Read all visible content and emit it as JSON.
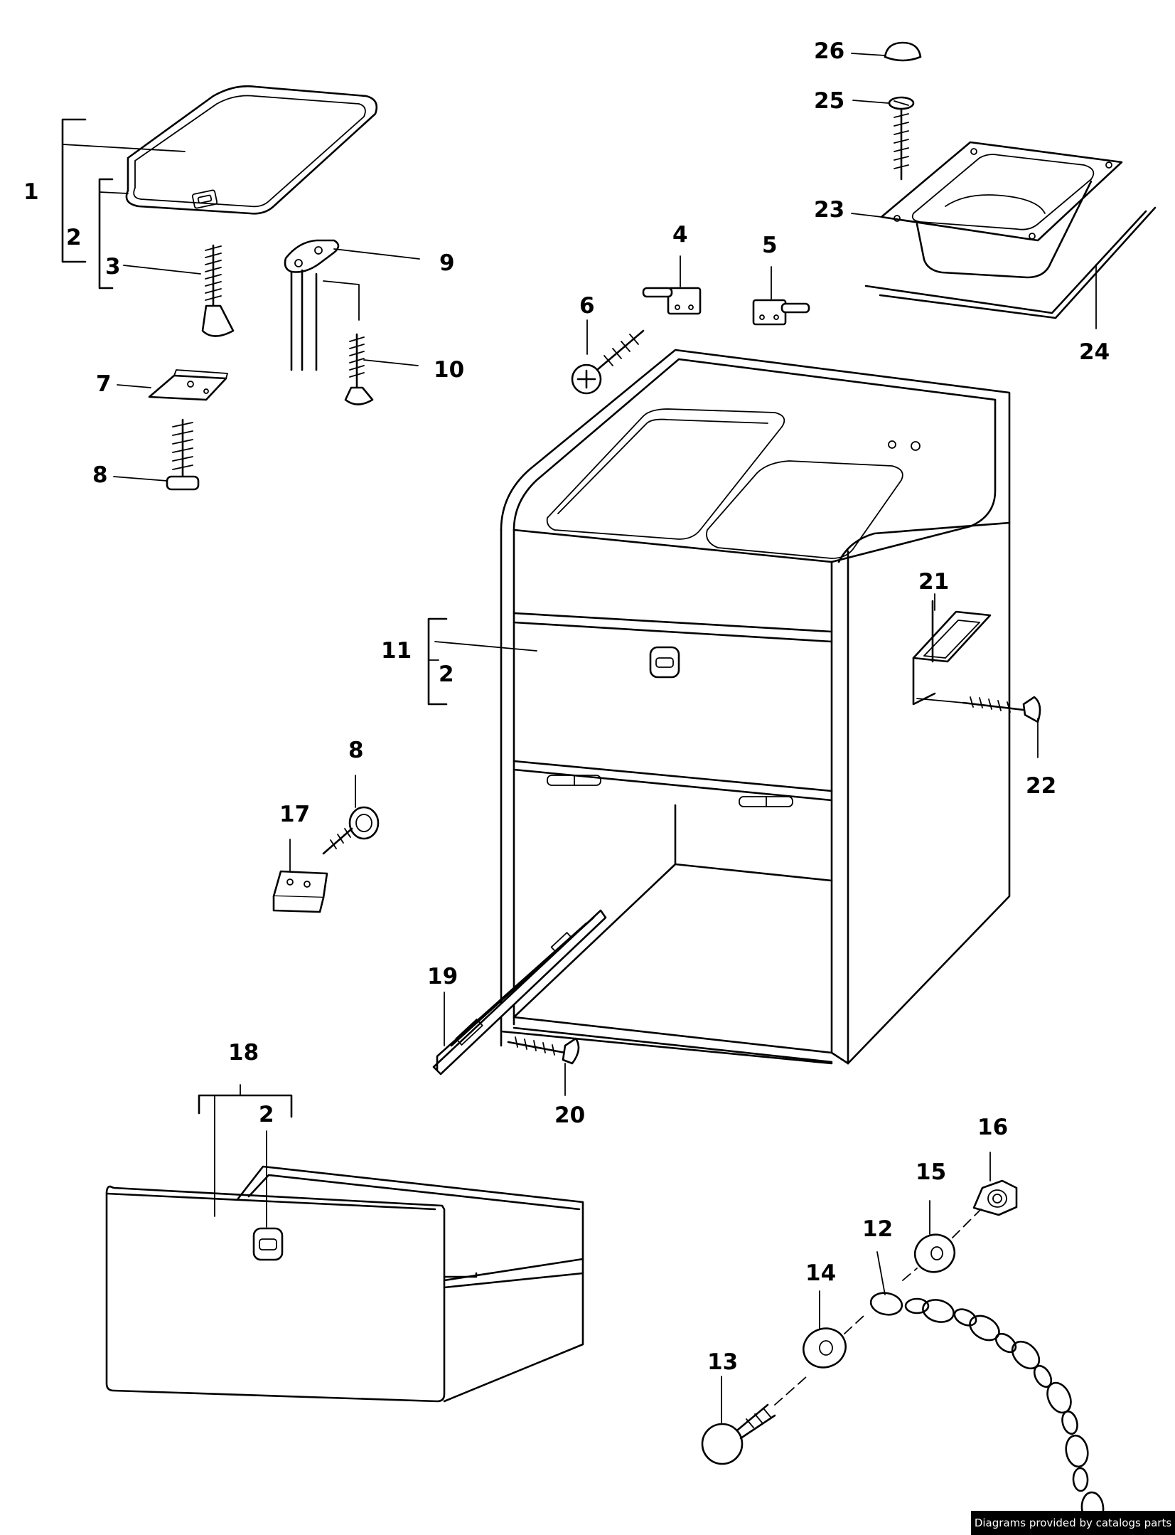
{
  "callouts": [
    "1",
    "2",
    "3",
    "4",
    "5",
    "6",
    "7",
    "8",
    "9",
    "10",
    "11",
    "2",
    "8",
    "17",
    "19",
    "18",
    "2",
    "20",
    "21",
    "22",
    "23",
    "24",
    "25",
    "26",
    "12",
    "13",
    "14",
    "15",
    "16"
  ],
  "credit": "Diagrams provided by catalogs parts"
}
